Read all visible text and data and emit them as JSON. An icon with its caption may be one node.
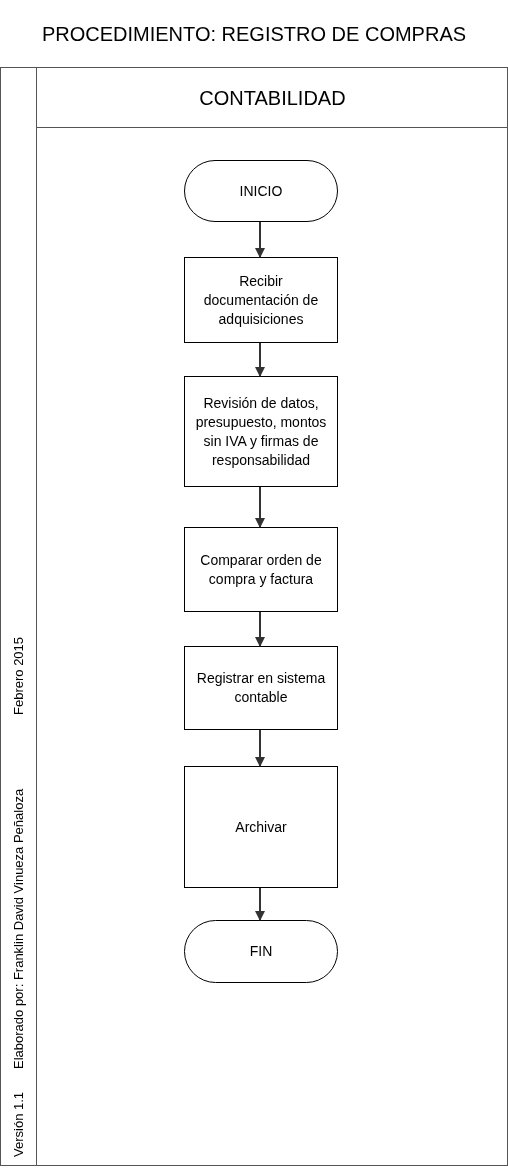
{
  "diagram": {
    "nodes": [
      {
        "text": [
          "PROCEDIMIENTO: REGISTRO DE COMPRAS"
        ]
      },
      {
        "text": [
          "CONTABILIDAD"
        ]
      },
      {
        "text": [
          "INICIO"
        ],
        "in": 1
      },
      {
        "text": [
          "Recibir documentación de adquisiciones"
        ],
        "in": 1
      },
      {
        "text": [
          "Revisión de datos, presupuesto, montos sin IVA y firmas de responsabilidad"
        ],
        "in": 1
      },
      {
        "text": [
          "Comparar orden de compra y factura"
        ],
        "in": 1
      },
      {
        "text": [
          "Registrar en sistema contable"
        ],
        "in": 1
      },
      {
        "text": [
          "Archivar"
        ],
        "in": 1
      },
      {
        "text": [
          "FIN"
        ],
        "in": 1
      }
    ],
    "edges": [
      {
        "from": 2,
        "to": 3,
        "arrow": "to"
      },
      {
        "from": 3,
        "to": 4,
        "arrow": "to"
      },
      {
        "from": 4,
        "to": 5,
        "arrow": "to"
      },
      {
        "from": 5,
        "to": 6,
        "arrow": "to"
      },
      {
        "from": 6,
        "to": 7,
        "arrow": "to"
      },
      {
        "from": 7,
        "to": 8,
        "arrow": "to"
      }
    ],
    "labels": [
      "Versión 1.1",
      "Elaborado por: Franklin David Vinueza Peñaloza",
      "Febrero 2015"
    ]
  }
}
